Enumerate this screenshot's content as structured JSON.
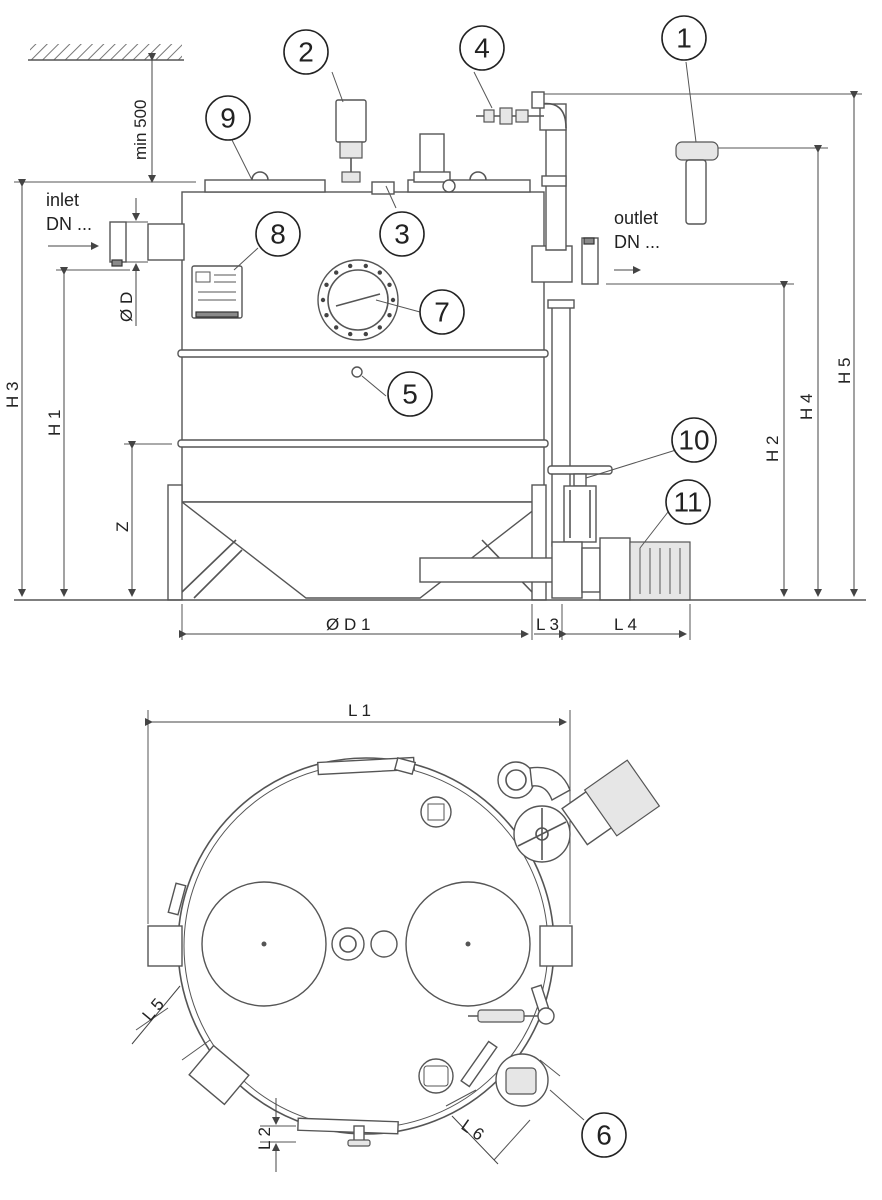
{
  "labels": {
    "inlet": "inlet",
    "inlet_dn": "DN ...",
    "outlet": "outlet",
    "outlet_dn": "DN ...",
    "min500": "min 500"
  },
  "callouts": [
    "1",
    "2",
    "3",
    "4",
    "5",
    "6",
    "7",
    "8",
    "9",
    "10",
    "11"
  ],
  "dimensions": {
    "h1": "H 1",
    "h2": "H 2",
    "h3": "H 3",
    "h4": "H 4",
    "h5": "H 5",
    "z": "Z",
    "d": "Ø D",
    "d1": "Ø D 1",
    "l1": "L 1",
    "l2": "L 2",
    "l3": "L 3",
    "l4": "L 4",
    "l5": "L 5",
    "l6": "L 6"
  }
}
